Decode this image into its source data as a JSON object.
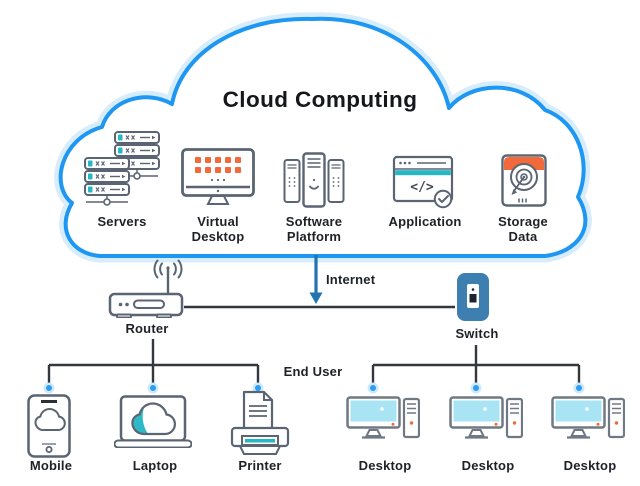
{
  "title": "Cloud Computing",
  "cloud": {
    "nodes": [
      {
        "label": "Servers"
      },
      {
        "label": "Virtual Desktop"
      },
      {
        "label": "Software Platform"
      },
      {
        "label": "Application"
      },
      {
        "label": "Storage Data"
      }
    ],
    "application_code_glyph": "</>"
  },
  "network": {
    "internet": "Internet",
    "router": "Router",
    "switch": "Switch",
    "end_user": "End User"
  },
  "devices": [
    {
      "label": "Mobile"
    },
    {
      "label": "Laptop"
    },
    {
      "label": "Printer"
    },
    {
      "label": "Desktop"
    },
    {
      "label": "Desktop"
    },
    {
      "label": "Desktop"
    }
  ],
  "colors": {
    "cloud_outline": "#1E97F3",
    "cloud_glow": "#D7ECFC",
    "accent_orange": "#F26A3C",
    "accent_teal": "#25B7C3",
    "switch_blue": "#3E7FB1",
    "switch_dark": "#1B2430",
    "arrow_blue": "#2273B0",
    "line_dark": "#33383D",
    "icon_outline": "#5A6472",
    "screen_cyan": "#A9E4F4",
    "dot_blue": "#2D9CF1",
    "dot_halo": "#CDE9FB",
    "text_dark": "#1E2227"
  }
}
